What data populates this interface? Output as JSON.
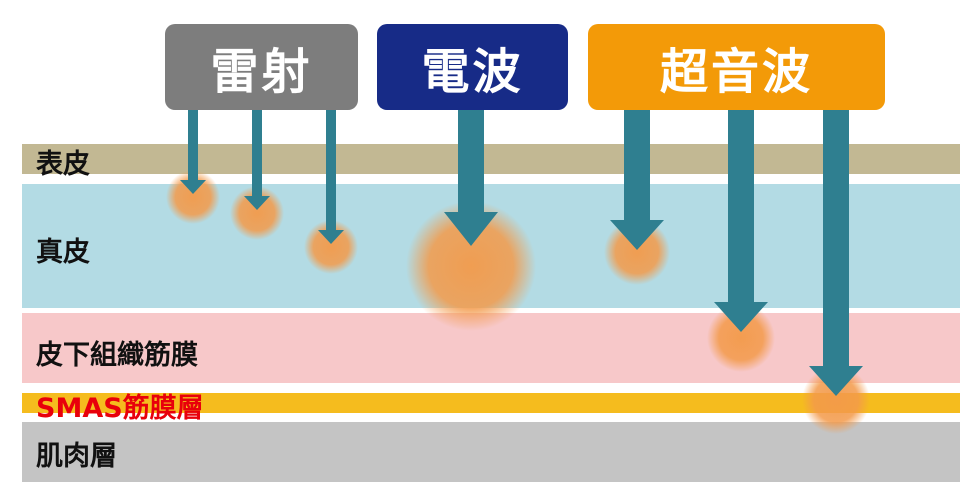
{
  "techniques": [
    {
      "label": "雷射",
      "color": "#7d7d7d"
    },
    {
      "label": "電波",
      "color": "#172b87"
    },
    {
      "label": "超音波",
      "color": "#f39a08"
    }
  ],
  "layers": [
    {
      "label": "表皮",
      "color": "#c2b893",
      "label_color": "#111111"
    },
    {
      "label": "真皮",
      "color": "#b3dbe4",
      "label_color": "#111111"
    },
    {
      "label": "皮下組織筋膜",
      "color": "#f7c8c9",
      "label_color": "#111111"
    },
    {
      "label": "SMAS筋膜層",
      "color": "#f5bc1e",
      "label_color": "#e8000b"
    },
    {
      "label": "肌肉層",
      "color": "#c4c4c4",
      "label_color": "#111111"
    }
  ],
  "colors": {
    "arrow": "#2f7f90",
    "hotspot": "#f39a4a"
  }
}
